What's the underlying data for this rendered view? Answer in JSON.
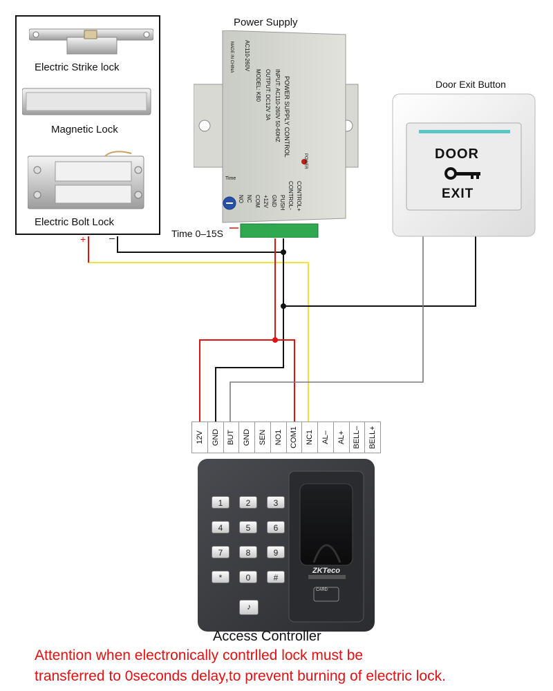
{
  "locks": {
    "strike_label": "Electric Strike lock",
    "magnetic_label": "Magnetic Lock",
    "bolt_label": "Electric Bolt Lock",
    "plus": "+",
    "minus": "–"
  },
  "power_supply": {
    "title": "Power Supply",
    "brand_text": "POWER SUPPLY CONTROL",
    "input_text": "INPUT: AC110-260V 50-60HZ",
    "output_text": "OUTPUT: DC12V 3A",
    "model_text": "MODEL: K80",
    "ac_text": "AC110-260V",
    "made_text": "MADE IN CHINA",
    "power_led_label": "POWER",
    "time_label": "Time",
    "terminals": [
      "NO",
      "NC",
      "COM",
      "+12V",
      "GND",
      "PUSH",
      "CONTROL-",
      "CONTROL+"
    ],
    "timer_note": "Time 0–15S"
  },
  "exit_button": {
    "title": "Door Exit Button",
    "line1": "DOOR",
    "line2": "EXIT"
  },
  "controller": {
    "terminals": [
      "12V",
      "GND",
      "BUT",
      "GND",
      "SEN",
      "NO1",
      "COM1",
      "NC1",
      "AL–",
      "AL+",
      "BELL–",
      "BELL+"
    ],
    "keys": [
      "1",
      "2",
      "3",
      "4",
      "5",
      "6",
      "7",
      "8",
      "9",
      "*",
      "0",
      "#"
    ],
    "brand": "ZKTeco",
    "card_label": "CARD",
    "caption": "Access Controller"
  },
  "attention": {
    "line1": "Attention when electronically contrlled lock must be",
    "line2": "transferred to 0seconds delay,to prevent burning of electric lock."
  },
  "colors": {
    "wire_red": "#e21010",
    "wire_yellow": "#f2e23c",
    "wire_black": "#111111",
    "wire_gray": "#7a7a7a",
    "attention_text": "#e21010",
    "terminal_green": "#2fa84f",
    "controller_body": "#3a3b3f"
  }
}
